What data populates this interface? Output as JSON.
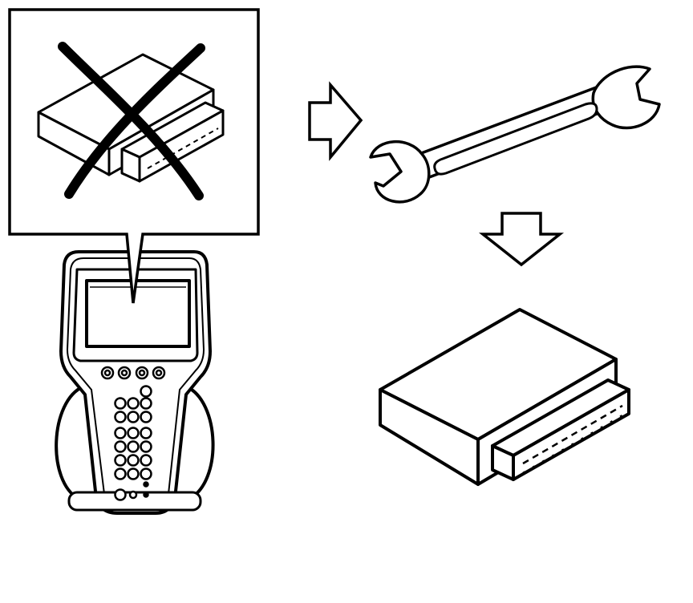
{
  "diagram": {
    "colors": {
      "stroke": "#000000",
      "fill": "#ffffff"
    },
    "icons": {
      "callout": "crossed-out-module-icon",
      "scan_tool": "scan-tool-icon",
      "arrow_right": "arrow-right-icon",
      "wrench": "wrench-icon",
      "arrow_down": "arrow-down-icon",
      "new_module": "control-module-icon"
    },
    "steps": [
      "crossed-out-module",
      "replace-with-wrench",
      "install-new-module"
    ]
  }
}
